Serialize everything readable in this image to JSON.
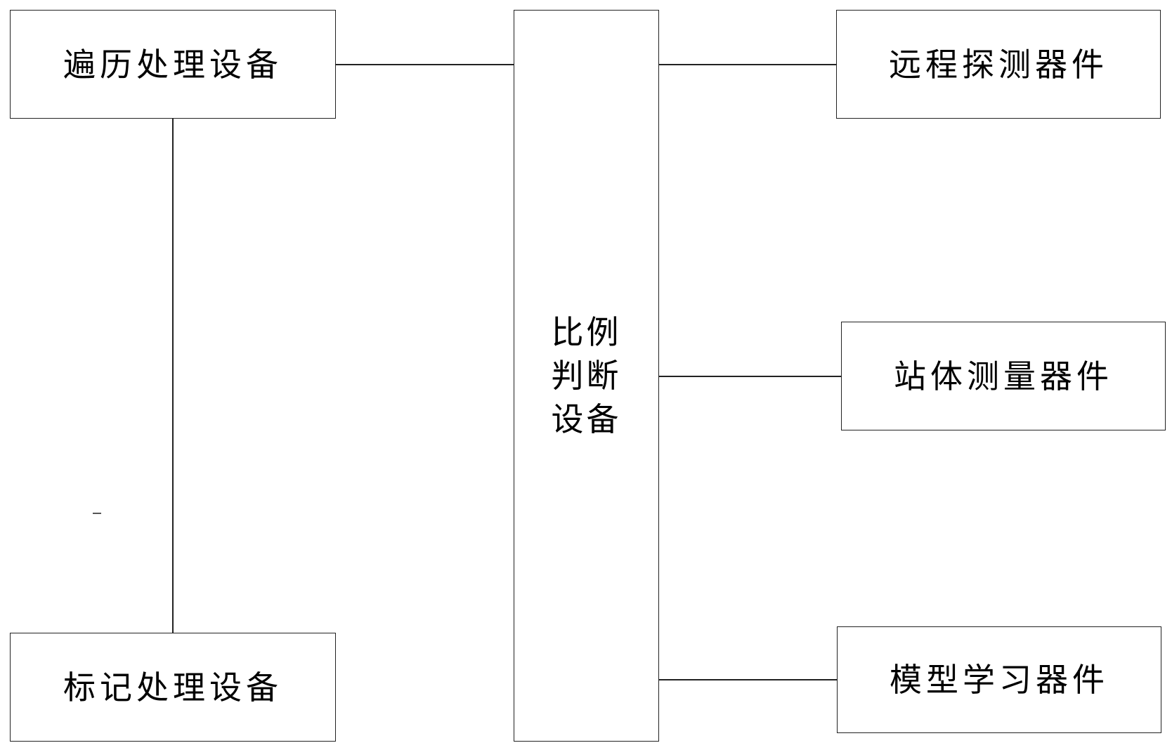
{
  "nodes": {
    "traversal": "遍历处理设备",
    "marking": "标记处理设备",
    "ratio": "比例判断设备",
    "remote": "远程探测器件",
    "station": "站体测量器件",
    "model": "模型学习器件"
  },
  "edges": [
    {
      "from": "traversal",
      "to": "ratio"
    },
    {
      "from": "traversal",
      "to": "marking"
    },
    {
      "from": "ratio",
      "to": "remote"
    },
    {
      "from": "ratio",
      "to": "station"
    },
    {
      "from": "ratio",
      "to": "model"
    }
  ]
}
